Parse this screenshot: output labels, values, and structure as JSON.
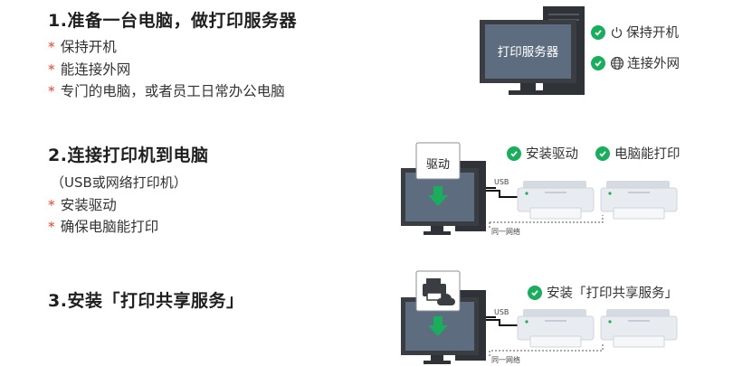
{
  "step1": {
    "title": "1.准备一台电脑，做打印服务器",
    "bullet_marker": "*",
    "bullets": [
      "保持开机",
      "能连接外网",
      "专门的电脑，或者员工日常办公电脑"
    ],
    "screen_label": "打印服务器",
    "badges": [
      "保持开机",
      "连接外网"
    ]
  },
  "step2": {
    "title": "2.连接打印机到电脑",
    "note": "（USB或网络打印机）",
    "bullet_marker": "*",
    "bullets": [
      "安装驱动",
      "确保电脑能打印"
    ],
    "driver_card_label": "驱动",
    "usb_label": "USB",
    "network_label": "同一网络",
    "badges": [
      "安装驱动",
      "电脑能打印"
    ]
  },
  "step3": {
    "title": "3.安装「打印共享服务」",
    "usb_label": "USB",
    "network_label": "同一网络",
    "badges": [
      "安装「打印共享服务」"
    ]
  },
  "colors": {
    "accent_green": "#1aad5e",
    "bullet_red": "#e4452b",
    "monitor_dark": "#3a3d42",
    "screen_blue": "#5d6d7f",
    "printer_light": "#e8ebf0"
  }
}
